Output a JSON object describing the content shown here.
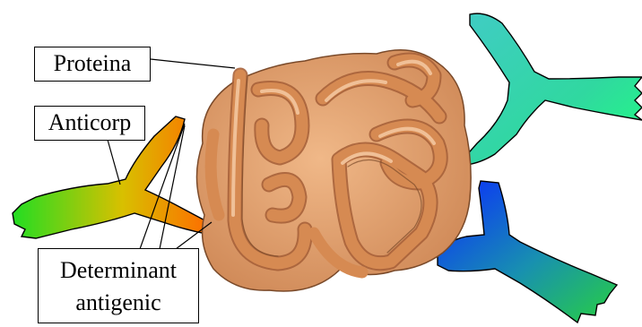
{
  "labels": {
    "protein": "Proteina",
    "antibody": "Anticorp",
    "determinant_line1": "Determinant",
    "determinant_line2": "antigenic"
  },
  "colors": {
    "protein_fill": "#d9925a",
    "protein_highlight": "#f2c39b",
    "protein_shadow": "#a8623a",
    "antibody_left_start": "#22dd22",
    "antibody_left_end": "#ff6a00",
    "antibody_upper_right_start": "#40ccc4",
    "antibody_upper_right_end": "#20ff80",
    "antibody_lower_right_start": "#0a2aff",
    "antibody_lower_right_end": "#28d040"
  },
  "icons": {
    "protein": "protein-blob-icon",
    "antibodies": [
      "antibody-left-icon",
      "antibody-upper-right-icon",
      "antibody-lower-right-icon"
    ]
  }
}
